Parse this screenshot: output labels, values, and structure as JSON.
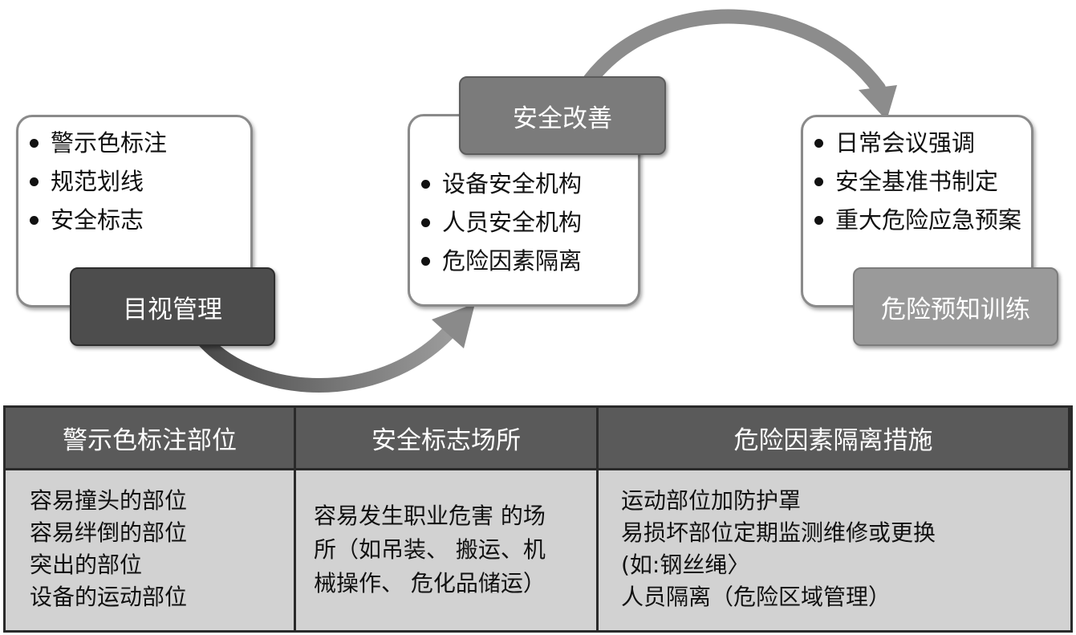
{
  "cards": [
    {
      "tag": "目视管理",
      "items": [
        "警示色标注",
        "规范划线",
        "安全标志"
      ]
    },
    {
      "tag": "安全改善",
      "items": [
        "设备安全机构",
        "人员安全机构",
        "危险因素隔离"
      ]
    },
    {
      "tag": "危险预知训练",
      "items": [
        "日常会议强调",
        "安全基准书制定",
        "重大危险应急预案"
      ]
    }
  ],
  "table": {
    "headers": [
      "警示色标注部位",
      "安全标志场所",
      "危险因素隔离措施"
    ],
    "columns": [
      [
        "容易撞头的部位",
        "容易绊倒的部位",
        "突出的部位",
        "设备的运动部位"
      ],
      [
        "容易发生职业危害 的场",
        "所（如吊装、 搬运、机",
        "械操作、 危化品储运）"
      ],
      [
        "运动部位加防护罩",
        "易损坏部位定期监测维修或更换",
        "(如:钢丝绳〉",
        "人员隔离（危险区域管理）"
      ]
    ]
  }
}
